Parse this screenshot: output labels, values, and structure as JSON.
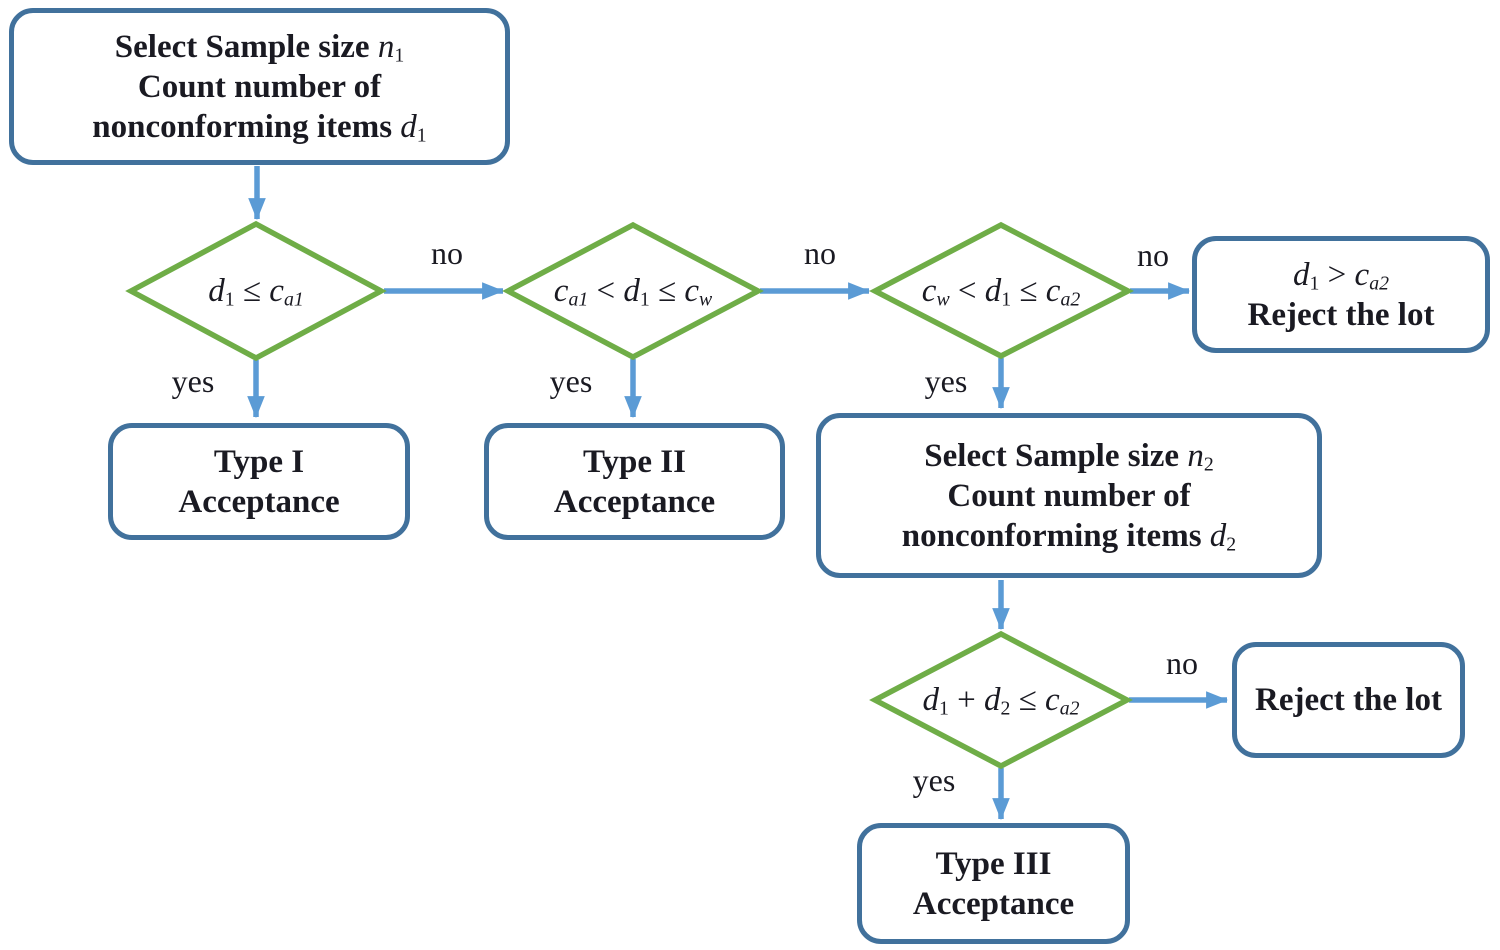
{
  "colors": {
    "background": "#ffffff",
    "box-border": "#41719C",
    "arrow": "#5B9BD5",
    "diamond-border": "#6FAD47",
    "text": "#1a1a22"
  },
  "nodes": {
    "start1": {
      "type": "process",
      "lines": [
        [
          [
            "Select Sample size ",
            "b"
          ],
          [
            "n",
            "i"
          ],
          [
            "1",
            "s"
          ]
        ],
        [
          [
            "Count number of",
            "b"
          ]
        ],
        [
          [
            "nonconforming items ",
            "b"
          ],
          [
            "d",
            "i"
          ],
          [
            "1",
            "s"
          ]
        ]
      ]
    },
    "decision1": {
      "type": "decision",
      "lines": [
        [
          [
            "d",
            "i"
          ],
          [
            "1",
            "s"
          ],
          [
            " ≤ ",
            ""
          ],
          [
            "c",
            "i"
          ],
          [
            "a1",
            "is"
          ]
        ]
      ]
    },
    "decision2": {
      "type": "decision",
      "lines": [
        [
          [
            "c",
            "i"
          ],
          [
            "a1",
            "is"
          ],
          [
            " < ",
            ""
          ],
          [
            "d",
            "i"
          ],
          [
            "1",
            "s"
          ],
          [
            " ≤ ",
            ""
          ],
          [
            "c",
            "i"
          ],
          [
            "w",
            "is"
          ]
        ]
      ]
    },
    "decision3": {
      "type": "decision",
      "lines": [
        [
          [
            "c",
            "i"
          ],
          [
            "w",
            "is"
          ],
          [
            " < ",
            ""
          ],
          [
            "d",
            "i"
          ],
          [
            "1",
            "s"
          ],
          [
            " ≤ ",
            ""
          ],
          [
            "c",
            "i"
          ],
          [
            "a2",
            "is"
          ]
        ]
      ]
    },
    "type1": {
      "type": "process",
      "lines": [
        [
          [
            "Type I",
            "b"
          ]
        ],
        [
          [
            "Acceptance",
            "b"
          ]
        ]
      ]
    },
    "type2": {
      "type": "process",
      "lines": [
        [
          [
            "Type II",
            "b"
          ]
        ],
        [
          [
            "Acceptance",
            "b"
          ]
        ]
      ]
    },
    "reject1": {
      "type": "process",
      "lines": [
        [
          [
            "d",
            "i"
          ],
          [
            "1",
            "s"
          ],
          [
            " > ",
            ""
          ],
          [
            "c",
            "i"
          ],
          [
            "a2",
            "is"
          ]
        ],
        [
          [
            "Reject the lot",
            "b"
          ]
        ]
      ]
    },
    "start2": {
      "type": "process",
      "lines": [
        [
          [
            "Select Sample size ",
            "b"
          ],
          [
            "n",
            "i"
          ],
          [
            "2",
            "s"
          ]
        ],
        [
          [
            "Count number of",
            "b"
          ]
        ],
        [
          [
            "nonconforming items ",
            "b"
          ],
          [
            "d",
            "i"
          ],
          [
            "2",
            "s"
          ]
        ]
      ]
    },
    "decision4": {
      "type": "decision",
      "lines": [
        [
          [
            "d",
            "i"
          ],
          [
            "1",
            "s"
          ],
          [
            " + ",
            ""
          ],
          [
            "d",
            "i"
          ],
          [
            "2",
            "s"
          ],
          [
            " ≤ ",
            ""
          ],
          [
            "c",
            "i"
          ],
          [
            "a2",
            "is"
          ]
        ]
      ]
    },
    "reject2": {
      "type": "process",
      "lines": [
        [
          [
            "Reject the lot",
            "b"
          ]
        ]
      ]
    },
    "type3": {
      "type": "process",
      "lines": [
        [
          [
            "Type III",
            "b"
          ]
        ],
        [
          [
            "Acceptance",
            "b"
          ]
        ]
      ]
    }
  },
  "edges": [
    {
      "from": "start1",
      "to": "decision1",
      "label": ""
    },
    {
      "from": "decision1",
      "to": "decision2",
      "label": "no"
    },
    {
      "from": "decision1",
      "to": "type1",
      "label": "yes"
    },
    {
      "from": "decision2",
      "to": "decision3",
      "label": "no"
    },
    {
      "from": "decision2",
      "to": "type2",
      "label": "yes"
    },
    {
      "from": "decision3",
      "to": "reject1",
      "label": "no"
    },
    {
      "from": "decision3",
      "to": "start2",
      "label": "yes"
    },
    {
      "from": "start2",
      "to": "decision4",
      "label": ""
    },
    {
      "from": "decision4",
      "to": "reject2",
      "label": "no"
    },
    {
      "from": "decision4",
      "to": "type3",
      "label": "yes"
    }
  ]
}
